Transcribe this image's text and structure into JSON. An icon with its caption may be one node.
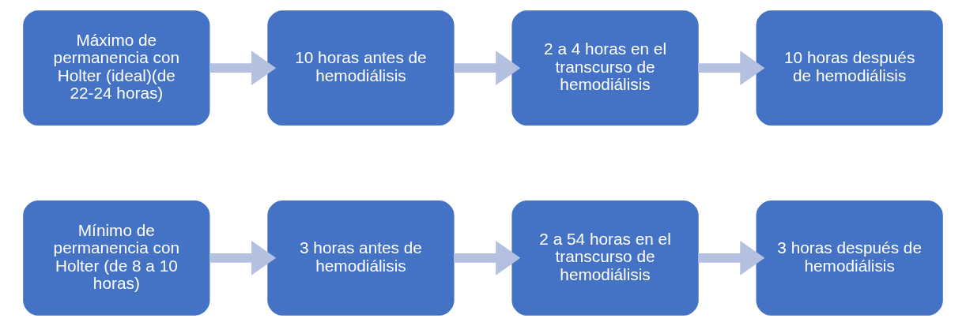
{
  "diagram": {
    "nodes": [
      {
        "text": [
          "Mínimo de permanencia con Holter (de 8 a 10 horas)"
        ]
      },
      {
        "text": [
          "3 horas antes de hemodiálisis"
        ]
      },
      {
        "text": [
          "2 a 54 horas en el transcurso de hemodiálisis"
        ]
      },
      {
        "text": [
          "3 horas después de hemodiálisis"
        ]
      },
      {
        "text": [
          "Máximo de permanencia con Holter (ideal)(de 22-24 horas)"
        ]
      },
      {
        "text": [
          "10 horas antes de hemodiálisis"
        ]
      },
      {
        "text": [
          "2 a 4 horas en el transcurso de hemodiálisis"
        ]
      },
      {
        "text": [
          "10 horas después de hemodiálisis"
        ]
      }
    ],
    "edges": [
      {
        "from": 0,
        "to": 1,
        "arrow": "to"
      },
      {
        "from": 1,
        "to": 2,
        "arrow": "to"
      },
      {
        "from": 2,
        "to": 3,
        "arrow": "to"
      },
      {
        "from": 4,
        "to": 5,
        "arrow": "to"
      },
      {
        "from": 5,
        "to": 6,
        "arrow": "to"
      },
      {
        "from": 6,
        "to": 7,
        "arrow": "to"
      }
    ]
  }
}
